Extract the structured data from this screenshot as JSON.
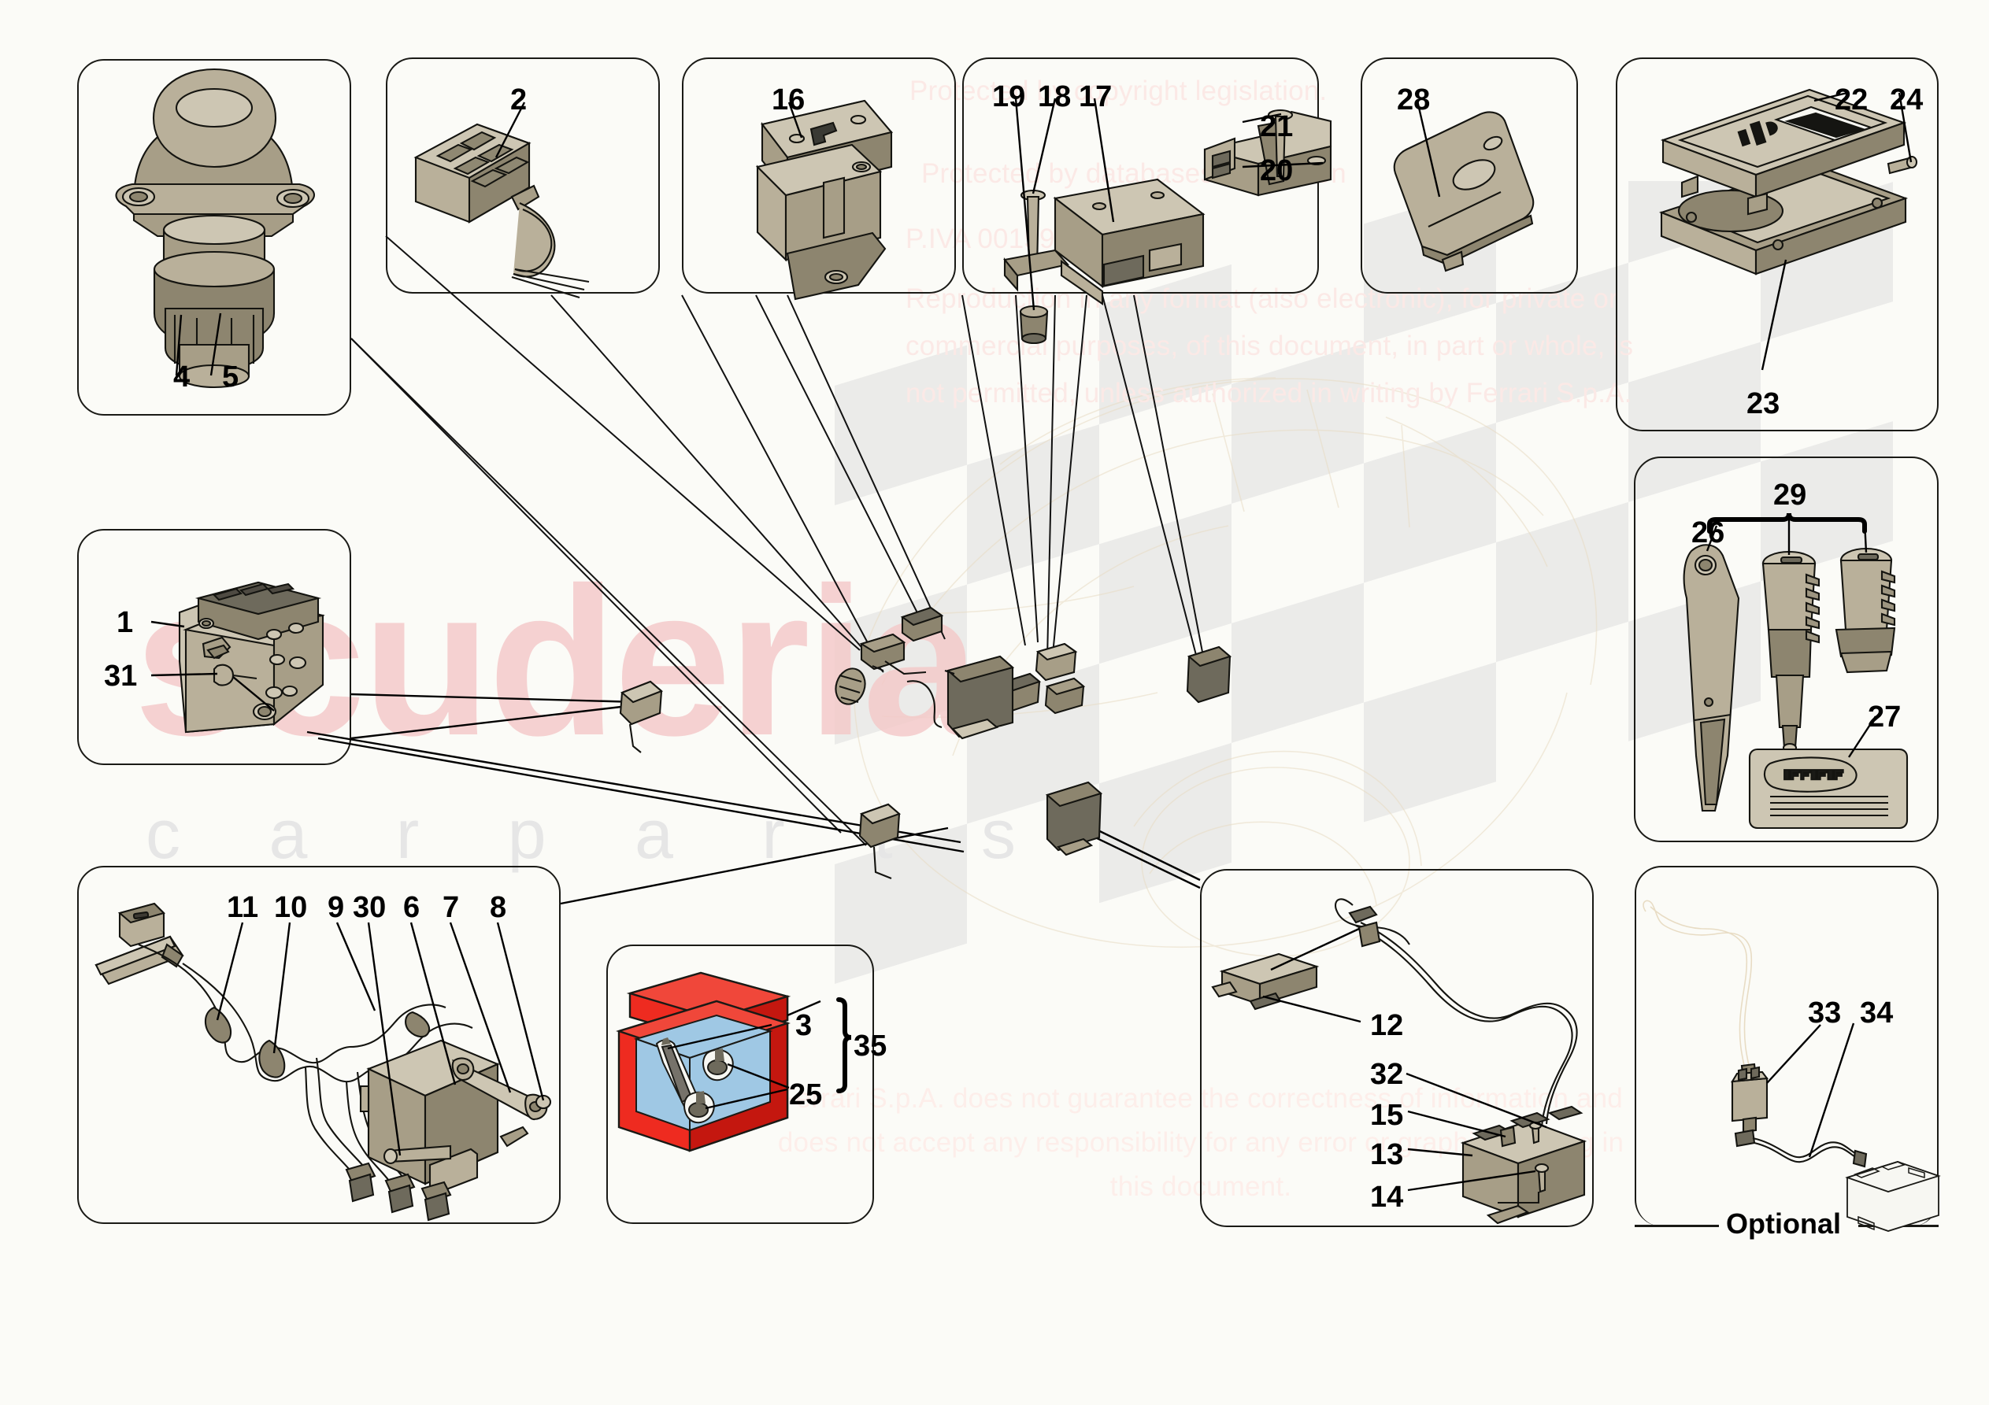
{
  "document": {
    "type": "exploded-parts-diagram",
    "background_color": "#fbfbf7"
  },
  "watermarks": {
    "brand_primary": "scuderia",
    "brand_secondary": "c a r p a r t s",
    "copyright_line1": "Protected by copyright legislation.",
    "copyright_line2": "Protected by databases legislation",
    "vat": "P.IVA 00159560366",
    "reproduction_notice": "Reproduction in any format (also electronic), for private or commercial purposes, of this document, in part or whole, is not permitted, unless authorized in writing by Ferrari S.p.A.",
    "disclaimer": "Ferrari S.p.A. does not guarantee the correctness of information and does not accept any responsibility for any error or graphic drawing in this document.",
    "flag_graphic": "checkered-flag",
    "vehicle_outline": "car-silhouette"
  },
  "panels": [
    {
      "id": "p-siren",
      "name": "siren-panel",
      "callouts": [
        "4",
        "5"
      ]
    },
    {
      "id": "p-connector",
      "name": "connector-panel",
      "callouts": [
        "2"
      ]
    },
    {
      "id": "p-actuator",
      "name": "actuator-panel",
      "callouts": [
        "16"
      ]
    },
    {
      "id": "p-ecu",
      "name": "ecu-panel",
      "callouts": [
        "19",
        "18",
        "17",
        "21",
        "20"
      ]
    },
    {
      "id": "p-fob",
      "name": "remote-fob-panel",
      "callouts": [
        "28"
      ]
    },
    {
      "id": "p-housing",
      "name": "housing-panel",
      "callouts": [
        "22",
        "24",
        "23"
      ]
    },
    {
      "id": "p-keys",
      "name": "key-set-panel",
      "callouts": [
        "29",
        "26",
        "27"
      ]
    },
    {
      "id": "p-harness",
      "name": "harness-panel",
      "callouts": [
        "11",
        "10",
        "9",
        "30",
        "6",
        "7",
        "8"
      ]
    },
    {
      "id": "p-kit",
      "name": "tool-kit-box-panel",
      "callouts": [
        "3",
        "25",
        "35"
      ]
    },
    {
      "id": "p-antenna",
      "name": "antenna-module-panel",
      "callouts": [
        "12",
        "32",
        "15",
        "13",
        "14"
      ]
    },
    {
      "id": "p-optional",
      "name": "optional-panel",
      "callouts": [
        "33",
        "34"
      ],
      "footer": "Optional"
    }
  ],
  "callouts": {
    "n1": "1",
    "n2": "2",
    "n3": "3",
    "n4": "4",
    "n5": "5",
    "n6": "6",
    "n7": "7",
    "n8": "8",
    "n9": "9",
    "n10": "10",
    "n11": "11",
    "n12": "12",
    "n13": "13",
    "n14": "14",
    "n15": "15",
    "n16": "16",
    "n17": "17",
    "n18": "18",
    "n19": "19",
    "n20": "20",
    "n21": "21",
    "n22": "22",
    "n23": "23",
    "n24": "24",
    "n25": "25",
    "n26": "26",
    "n27": "27",
    "n28": "28",
    "n29": "29",
    "n30": "30",
    "n31": "31",
    "n32": "32",
    "n33": "33",
    "n34": "34",
    "n35": "35"
  },
  "footer_labels": {
    "optional": "Optional"
  },
  "colors": {
    "line": "#1a1a16",
    "part_light": "#cdc6b3",
    "part_mid": "#b9b09a",
    "part_dark": "#8d856f",
    "box_red": "#ee2b20",
    "box_blue": "#9fc8e4",
    "watermark_pink": "#f4c9c9",
    "watermark_grey": "#e6e6e6"
  }
}
